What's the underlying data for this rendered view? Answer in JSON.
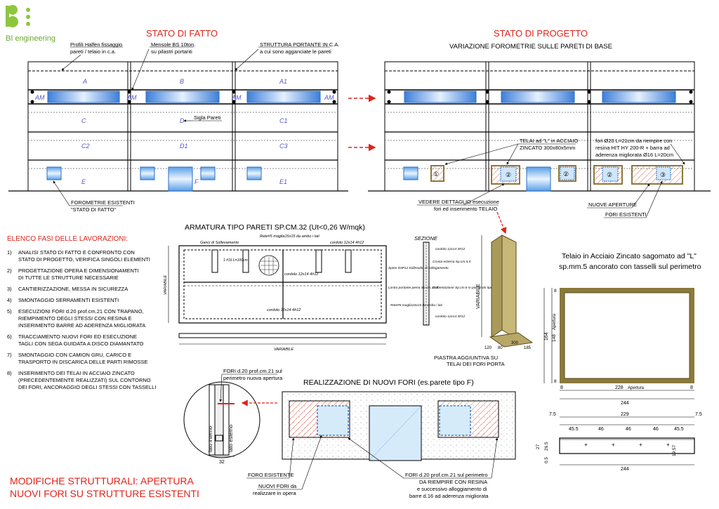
{
  "brand": {
    "name": "BI engineering",
    "color": "#8dc63f"
  },
  "colors": {
    "accent": "#e2231a",
    "frame": "#8a7a3c",
    "hatch": "#e8604a",
    "glass": "#4a90e2",
    "label": "#5555cc"
  },
  "left_panel": {
    "title": "STATO DI FATTO",
    "callout_halfen": [
      "Profili Halfen fissaggio",
      "pareti / telaio in c.a."
    ],
    "callout_mensole": [
      "Mensole BS 10ton.",
      "su pilastri portanti"
    ],
    "callout_struttura": [
      "STRUTTURA PORTANTE IN C.A.",
      "a cui sono agganciate le pareti"
    ],
    "callout_sigla": "Sigla Pareti",
    "callout_forometrie": [
      "FOROMETRIE ESISTENTI",
      "\"STATO DI FATTO\""
    ],
    "wall_labels": [
      "A",
      "B",
      "A1",
      "AM",
      "AM",
      "AM",
      "AM",
      "C",
      "D",
      "C1",
      "C2",
      "D1",
      "C3",
      "E",
      "F",
      "E1"
    ]
  },
  "right_panel": {
    "title": "STATO DI PROGETTO",
    "subtitle": "VARIAZIONE FOROMETRIE SULLE PARETI DI BASE",
    "callout_telai": [
      "TELAI ad \"L\" in ACCIAIO",
      "ZINCATO 300x80x5mm"
    ],
    "callout_fori": [
      "fori Ø20 L=21cm da riempire con",
      "resina HIT HY 200-R + barra ad",
      "aderenza migliorata Ø16 L=20cm"
    ],
    "callout_dettaglio": [
      "VEDERE DETTAGLIO esecuzione",
      "fori ed inserimento TELAIO"
    ],
    "callout_nuove": "NUOVE APERTURE",
    "callout_esistenti": "FORI ESISTENTI",
    "markers": [
      "①",
      "②",
      "②",
      "②",
      "③"
    ]
  },
  "armatura": {
    "title": "ARMATURA TIPO PARETI SP.CM.32 (Ut<0,26 W/mqk)",
    "labels": [
      "Ganci di Sollevamento",
      "Rete#5 maglia15x15 da ambo i lati",
      "cordolo 12x14 4#12",
      "cordolo 12x14 4#12",
      "cordolo 12x14 4#12",
      "1 #16 L=100cm"
    ],
    "variabile_h": "VARIABILE",
    "variabile_v": "VARIABILE"
  },
  "sezione": {
    "title": "SEZIONE",
    "labels": [
      "cordolo 12x14 4#12",
      "Crosta esterna Sp.cm.5,5",
      "Spine D3P12 Edilmodio di collegamento",
      "Lastra portante piena Sp.cm.19,5",
      "Coibentazione Sp.cm.6 in polistirolo tipo 3",
      "Rete#5 maglia15x15 da ambo i lati",
      "cordolo 12x14 4#12"
    ]
  },
  "telaio_3d": {
    "label": "VARIABILE",
    "dims": [
      "120",
      "80",
      "300",
      "185"
    ],
    "caption": [
      "PIASTRA AGGIUNTIVA SU",
      "TELAI DEI FORI PORTA"
    ]
  },
  "telaio_elev": {
    "title": [
      "Telaio in Acciaio Zincato sagomato ad \"L\"",
      "sp.mm.5 ancorato con tasselli sul perimetro"
    ],
    "dims_v": [
      "8",
      "148",
      "Apertura",
      "8",
      "164"
    ],
    "dims_h": [
      "8",
      "228",
      "Apertura",
      "8",
      "244"
    ],
    "plan_dims_top": [
      "7.5",
      "229",
      "7.5"
    ],
    "plan_dims_mid": [
      "45.5",
      "46",
      "46",
      "46",
      "45.5"
    ],
    "plan_dims_side": [
      "27",
      "26.5",
      "0.5",
      "19.57"
    ],
    "plan_dims_bottom": "244"
  },
  "fasi": {
    "title": "ELENCO FASI DELLE LAVORAZIONI:",
    "items": [
      [
        "1)",
        "ANALISI STATO DI FATTO E CONFRONTO CON",
        "STATO DI PROGETTO, VERIFICA SINGOLI ELEMENTI"
      ],
      [
        "2)",
        "PROGETTAZIONE OPERA E DIMENSIONAMENTI",
        "DI TUTTE LE STRUTTURE NECESSARIE"
      ],
      [
        "3)",
        "CANTIERIZZAZIONE, MESSA IN SICUREZZA",
        ""
      ],
      [
        "4)",
        "SMONTAGGIO SERRAMENTI ESISTENTI",
        ""
      ],
      [
        "5)",
        "ESECUZIONI FORI d.20 prof.cm.21 CON TRAPANO,",
        "RIEMPIMENTO DEGLI STESSI CON RESINA E",
        "INSERIMENTO BARRE AD ADERENZA MIGLIORATA"
      ],
      [
        "6)",
        "TRACCIAMENTO NUOVI FORI ED ESECUZIONE",
        "TAGLI CON SEGA GUIDATA A DISCO DIAMANTATO"
      ],
      [
        "7)",
        "SMONTAGGIO CON CAMION GRU, CARICO E",
        "TRASPORTO IN DISCARICA DELLE PARTI RIMOSSE"
      ],
      [
        "8)",
        "INSERIMENTO DEI TELAI IN ACCIAIO ZINCATO",
        "(PRECEDENTEMENTE REALIZZATI) SUL CONTORNO",
        "DEI FORI, ANCORAGGIO DEGLI STESSI CON TASSELLI"
      ]
    ]
  },
  "detail": {
    "callout": [
      "FORI d.20 prof.cm.21 sul",
      "perimetro nuova apertura"
    ],
    "lato_interno": "lato interno",
    "lato_esterno": "lato esterno",
    "dim": "32"
  },
  "realizzazione": {
    "title": "REALIZZAZIONE DI NUOVI FORI (es.parete tipo F)",
    "foro_esistente": "FORO ESISTENTE",
    "nuovi_fori": [
      "NUOVI FORI da",
      "realizzare in opera"
    ],
    "fori_perimetro": [
      "FORI d.20 prof.cm.21 sul perimetro",
      "DA RIEMPIRE CON RESINA",
      "e successivo alloggiamento di",
      "barre d.16 ad aderenza migliorata"
    ]
  },
  "footer": {
    "line1": "MODIFICHE STRUTTURALI: APERTURA",
    "line2": "NUOVI FORI SU STRUTTURE ESISTENTI"
  }
}
